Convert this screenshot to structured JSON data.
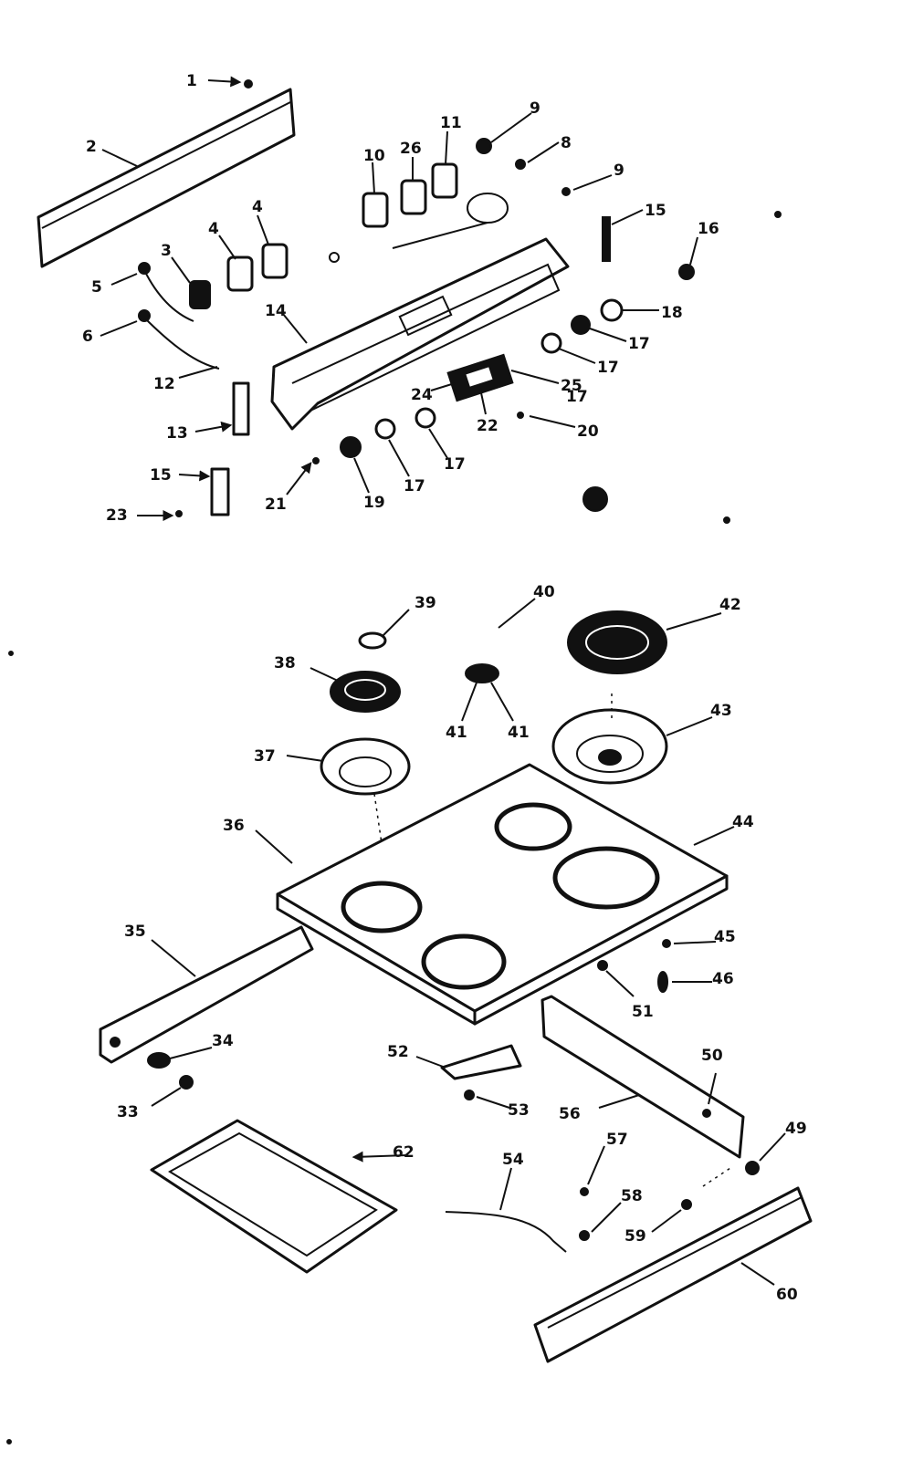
{
  "diagram": {
    "labels": [
      "1",
      "2",
      "3",
      "4",
      "4",
      "5",
      "6",
      "8",
      "9",
      "9",
      "10",
      "11",
      "12",
      "13",
      "14",
      "15",
      "15",
      "16",
      "17",
      "17",
      "17",
      "17",
      "17",
      "18",
      "19",
      "20",
      "21",
      "22",
      "23",
      "24",
      "25",
      "26",
      "33",
      "34",
      "35",
      "36",
      "37",
      "38",
      "39",
      "40",
      "41",
      "41",
      "42",
      "43",
      "44",
      "45",
      "46",
      "49",
      "50",
      "51",
      "52",
      "53",
      "54",
      "56",
      "57",
      "58",
      "59",
      "60",
      "62"
    ]
  }
}
